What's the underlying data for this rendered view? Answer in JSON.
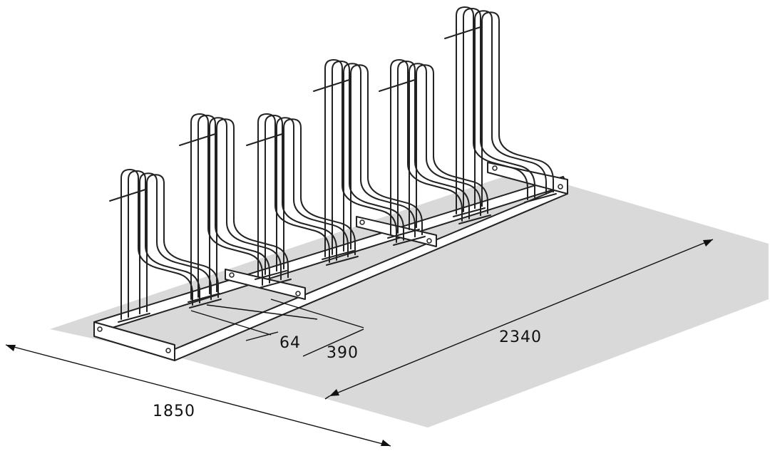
{
  "dimensions": {
    "length": "2340",
    "width": "1850",
    "spacing": "390",
    "tube_gap": "64"
  },
  "colors": {
    "floor": "#d9d9d9",
    "line": "#222222",
    "background": "#ffffff"
  },
  "racks": [
    {
      "height_level": "low"
    },
    {
      "height_level": "high"
    },
    {
      "height_level": "low"
    },
    {
      "height_level": "high"
    },
    {
      "height_level": "low"
    },
    {
      "height_level": "high"
    }
  ]
}
